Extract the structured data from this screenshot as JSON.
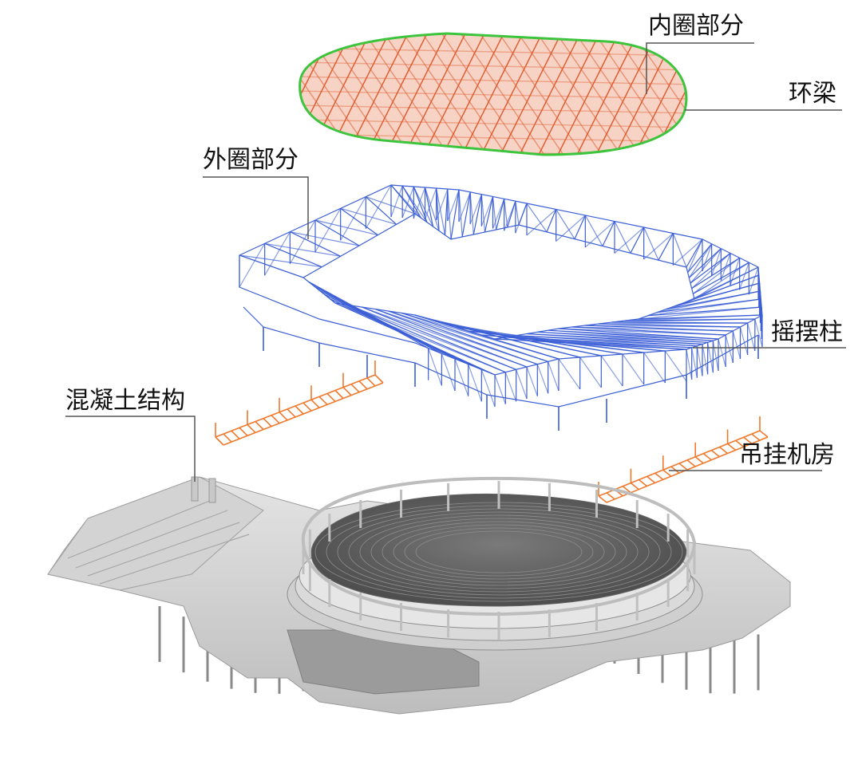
{
  "labels": {
    "inner_ring": "内圈部分",
    "ring_beam": "环梁",
    "outer_ring": "外圈部分",
    "rocking_column": "摇摆柱",
    "concrete_structure": "混凝土结构",
    "hanging_machine_room": "吊挂机房"
  },
  "colors": {
    "inner_ring_truss": "#e2572b",
    "ring_beam": "#3cc43c",
    "outer_ring_truss": "#3c5fd6",
    "machine_room": "#ef7a2e",
    "concrete": "#c9c9c9",
    "leader_line": "#555555"
  }
}
